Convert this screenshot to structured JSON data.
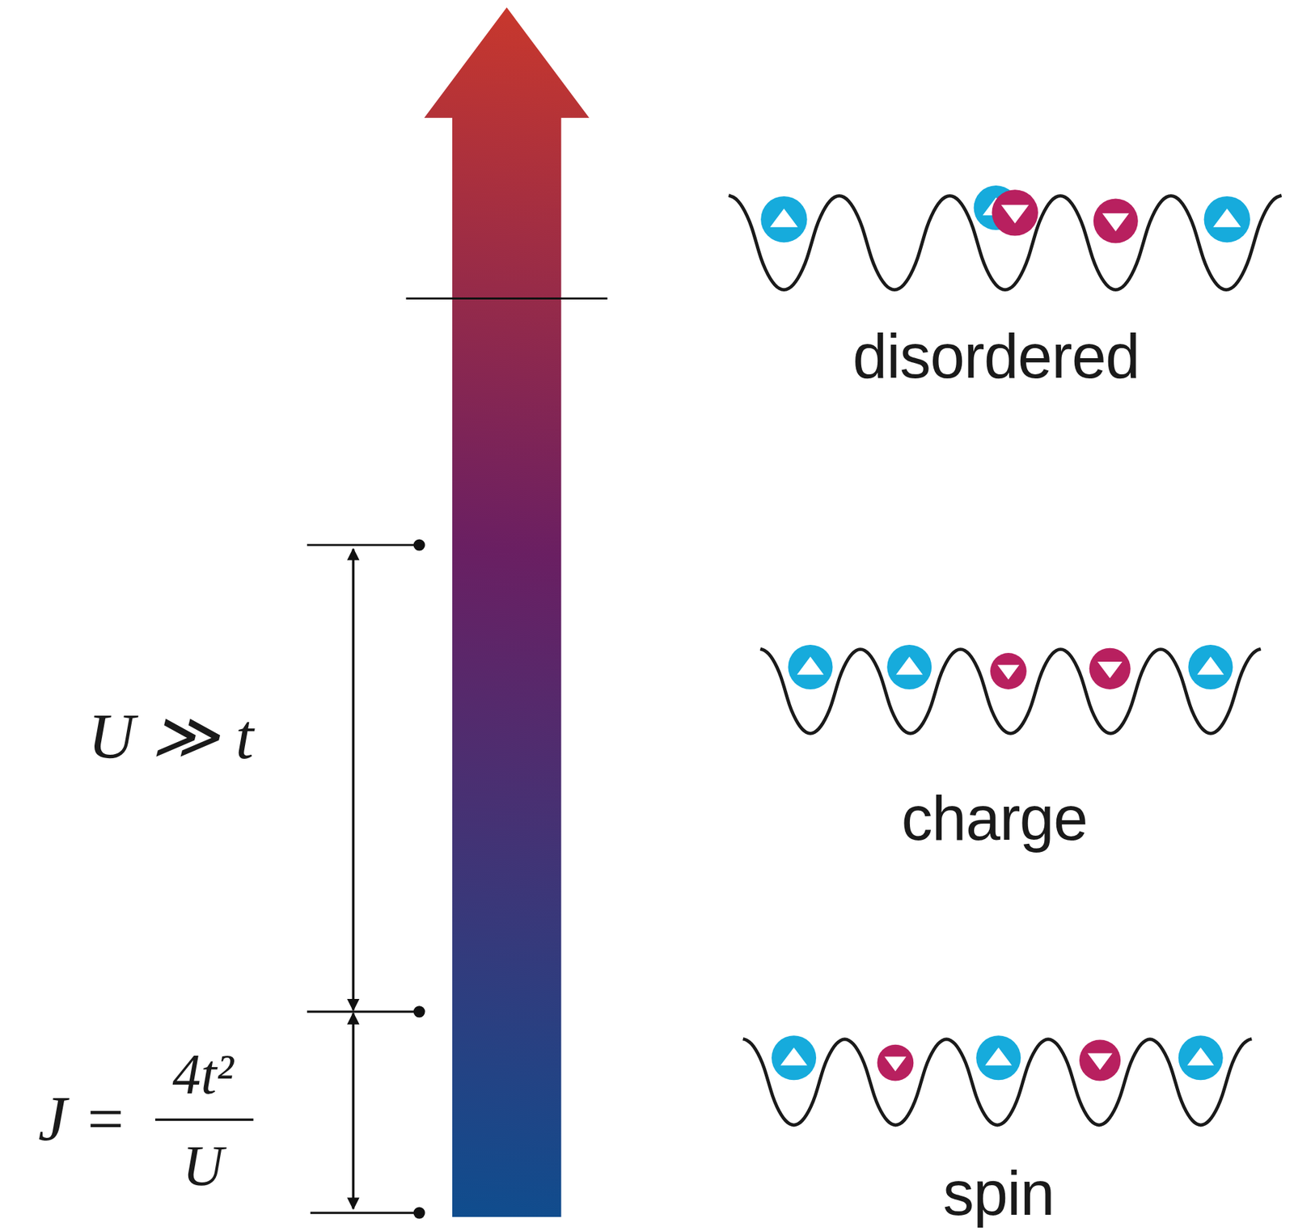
{
  "diagram": {
    "labels": [
      "disordered",
      "charge",
      "spin",
      "U ≫ t",
      "J =",
      "4t²",
      "U"
    ]
  }
}
